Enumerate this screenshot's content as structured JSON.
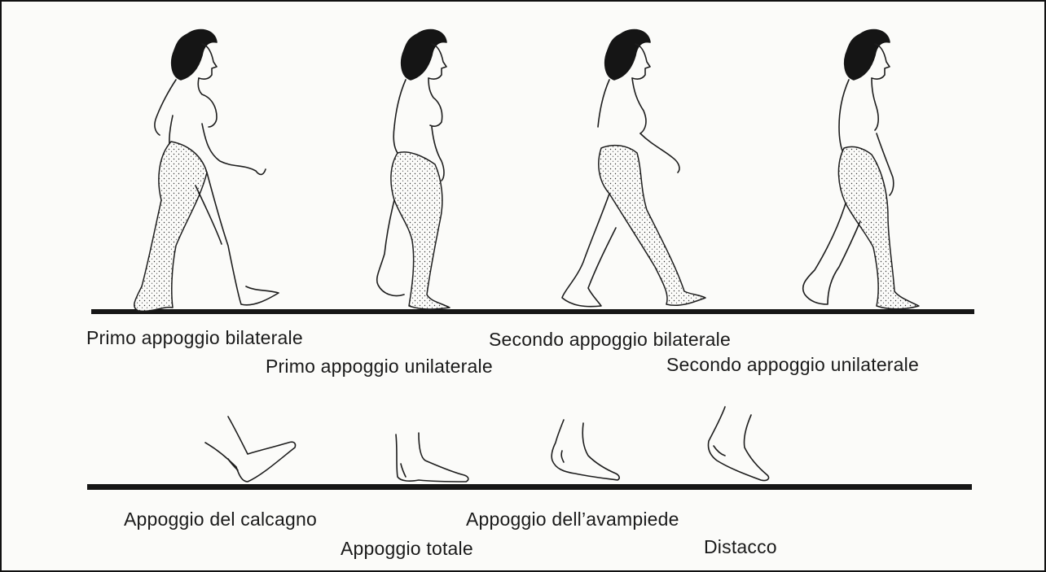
{
  "upper_row": {
    "labels": [
      "Primo appoggio bilaterale",
      "Primo appoggio unilaterale",
      "Secondo appoggio bilaterale",
      "Secondo appoggio unilaterale"
    ]
  },
  "lower_row": {
    "labels": [
      "Appoggio del calcagno",
      "Appoggio totale",
      "Appoggio dell’avampiede",
      "Distacco"
    ]
  },
  "colors": {
    "ink": "#1d1d1d",
    "paper": "#fbfbf9",
    "frame": "#111111"
  },
  "icons": [
    "walking-figure",
    "foot-outline",
    "ground-line"
  ]
}
